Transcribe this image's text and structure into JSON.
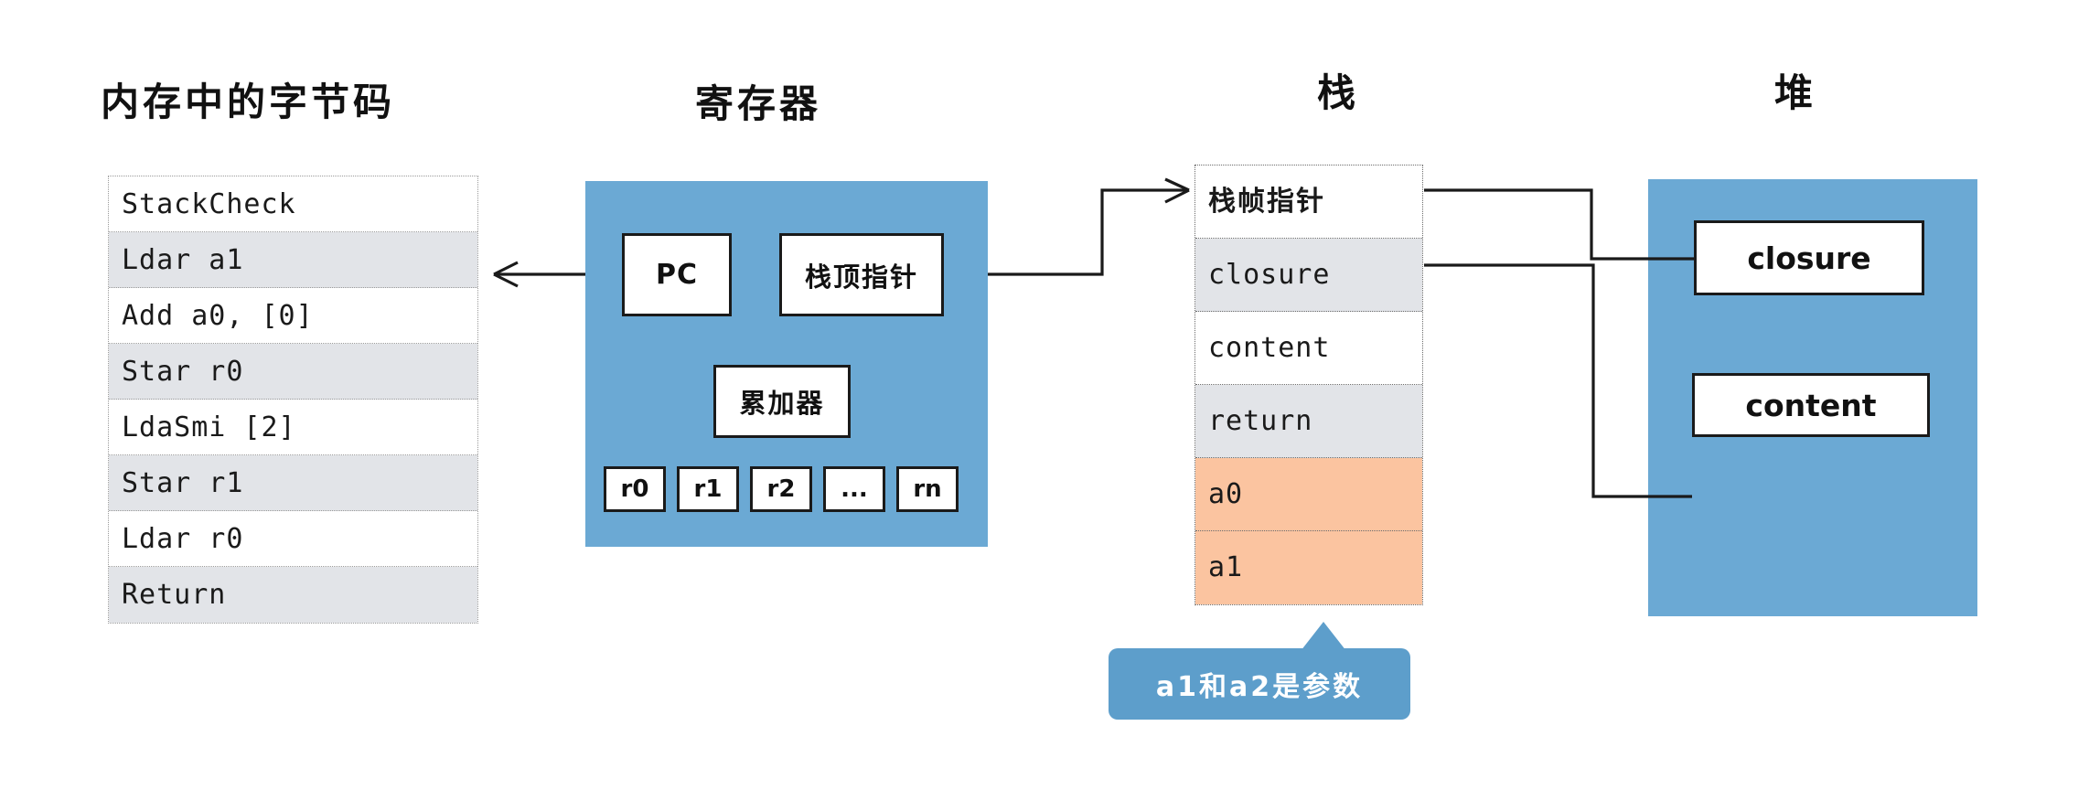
{
  "titles": {
    "bytecode": "内存中的字节码",
    "registers": "寄存器",
    "stack": "栈",
    "heap": "堆"
  },
  "bytecode": {
    "rows": [
      {
        "text": "StackCheck",
        "shaded": false
      },
      {
        "text": "Ldar a1",
        "shaded": true
      },
      {
        "text": "Add a0, [0]",
        "shaded": false
      },
      {
        "text": "Star r0",
        "shaded": true
      },
      {
        "text": "LdaSmi [2]",
        "shaded": false
      },
      {
        "text": "Star r1",
        "shaded": true
      },
      {
        "text": "Ldar r0",
        "shaded": false
      },
      {
        "text": "Return",
        "shaded": true
      }
    ]
  },
  "registers": {
    "pc": "PC",
    "stack_top_pointer": "栈顶指针",
    "accumulator": "累加器",
    "register_file": [
      "r0",
      "r1",
      "r2",
      "...",
      "rn"
    ]
  },
  "stack": {
    "rows": [
      {
        "text": "栈帧指针",
        "style": "cjk"
      },
      {
        "text": "closure",
        "style": "shaded"
      },
      {
        "text": "content",
        "style": "plain"
      },
      {
        "text": "return",
        "style": "shaded"
      },
      {
        "text": "a0",
        "style": "param"
      },
      {
        "text": "a1",
        "style": "param"
      }
    ]
  },
  "heap": {
    "closure": "closure",
    "content": "content"
  },
  "callout": {
    "text": "a1和a2是参数"
  },
  "colors": {
    "panel_blue": "#6ba9d4",
    "callout_blue": "#5d9ecb",
    "row_shaded": "#e2e4e8",
    "row_param_orange": "#fbc4a0",
    "stroke": "#1a1a1a"
  }
}
